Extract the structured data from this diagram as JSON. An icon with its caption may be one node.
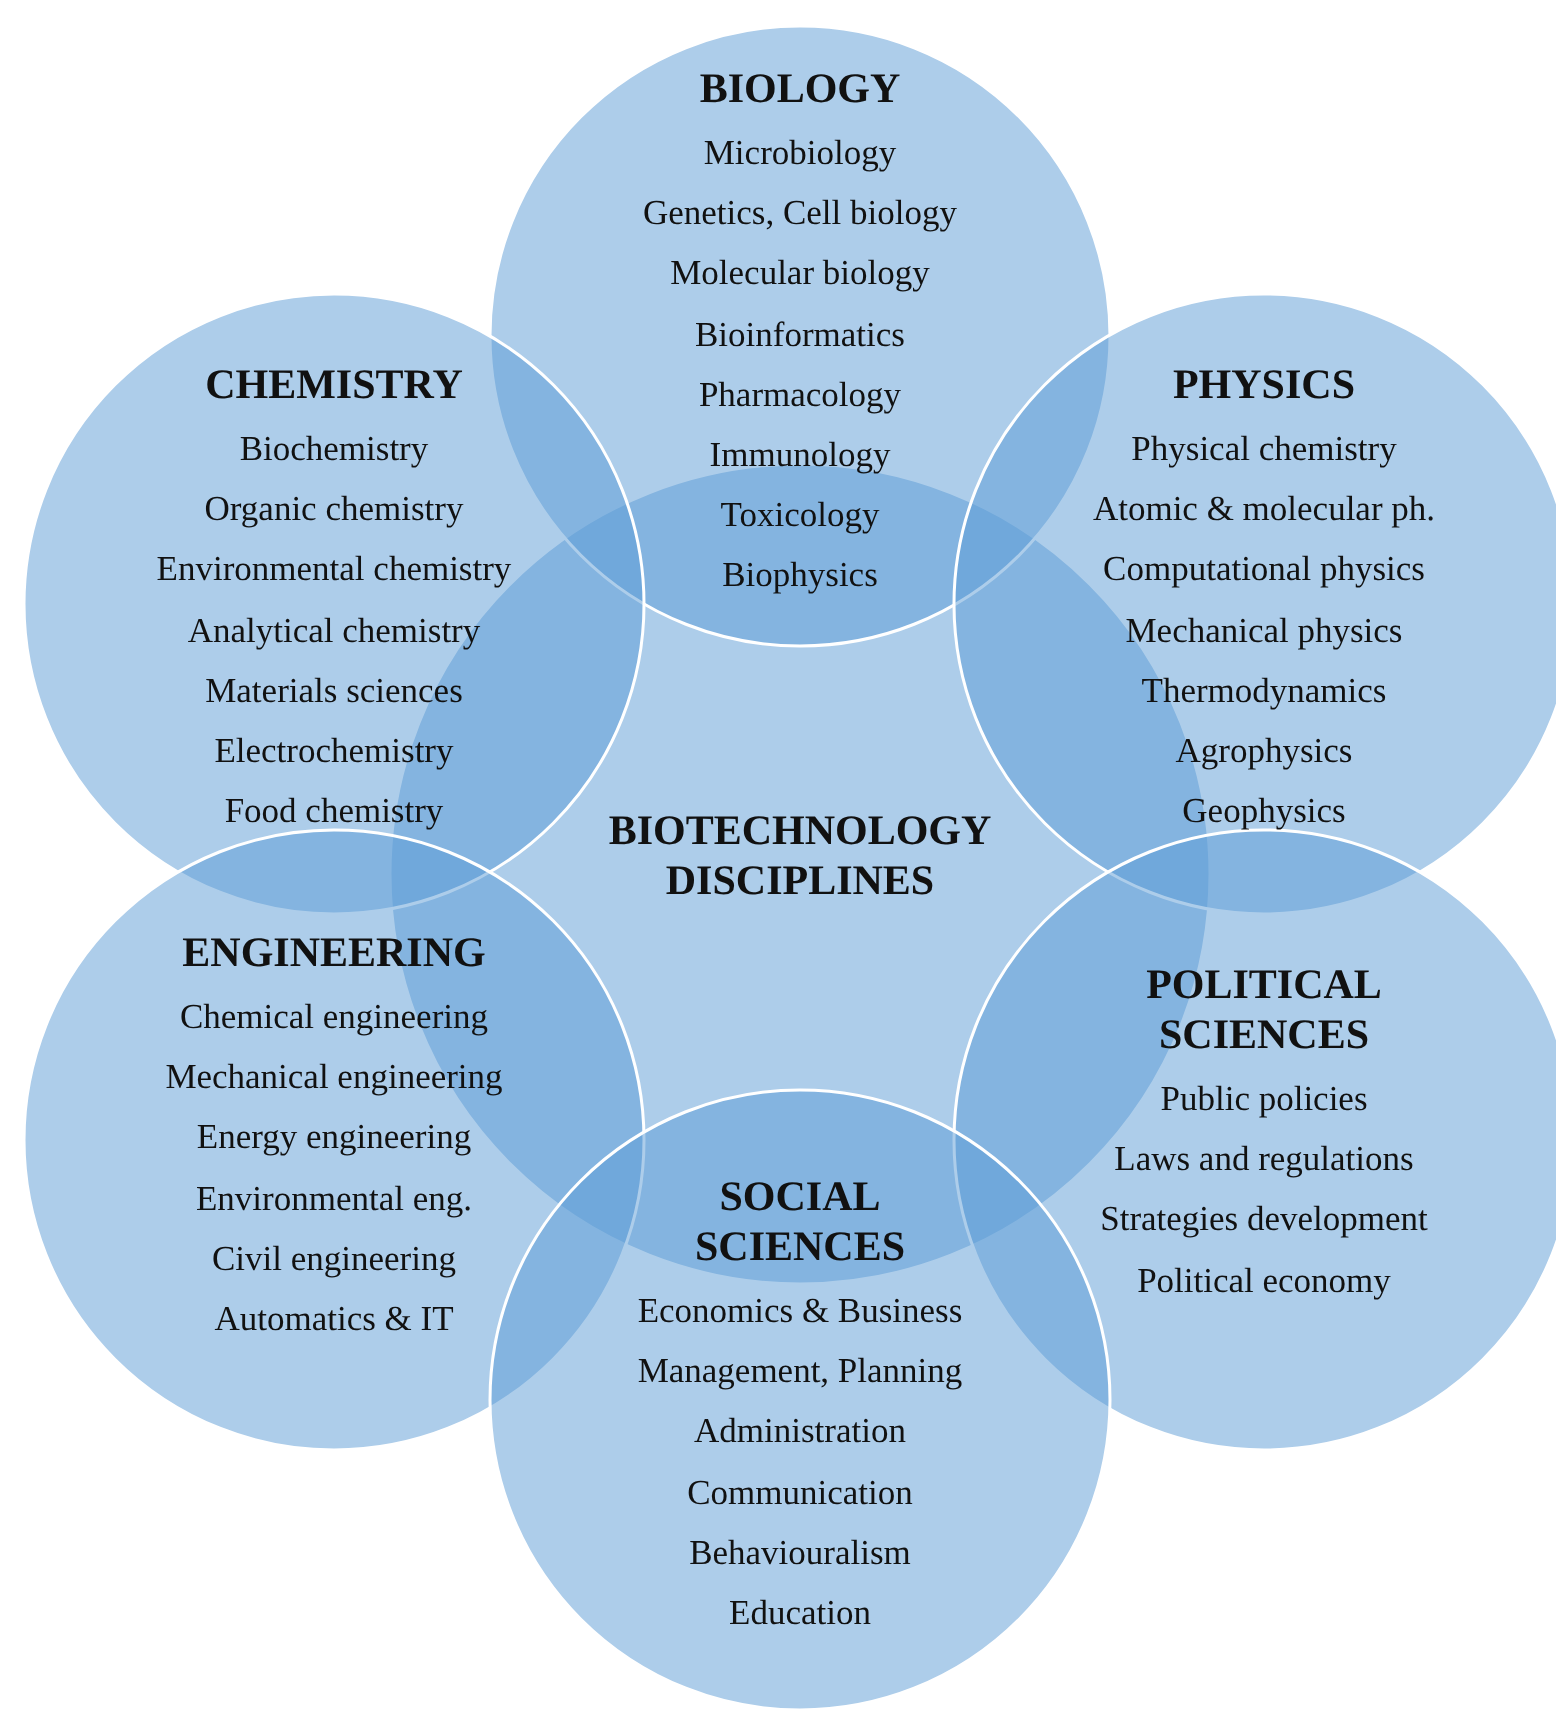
{
  "diagram": {
    "nodes": [
      {
        "text": [
          "BIOLOGY",
          "Microbiology",
          "Genetics, Cell biology",
          "Molecular biology",
          "Bioinformatics",
          "Pharmacology",
          "Immunology",
          "Toxicology",
          "Biophysics"
        ]
      },
      {
        "text": [
          "CHEMISTRY",
          "Biochemistry",
          "Organic chemistry",
          "Environmental chemistry",
          "Analytical chemistry",
          "Materials sciences",
          "Electrochemistry",
          "Food chemistry"
        ]
      },
      {
        "text": [
          "PHYSICS",
          "Physical chemistry",
          "Atomic & molecular ph.",
          "Computational physics",
          "Mechanical physics",
          "Thermodynamics",
          "Agrophysics",
          "Geophysics"
        ]
      },
      {
        "text": [
          "BIOTECHNOLOGY DISCIPLINES"
        ]
      },
      {
        "text": [
          "ENGINEERING",
          "Chemical engineering",
          "Mechanical engineering",
          "Energy engineering",
          "Environmental eng.",
          "Civil engineering",
          "Automatics & IT"
        ]
      },
      {
        "text": [
          "POLITICAL SCIENCES",
          "Public policies",
          "Laws and regulations",
          "Strategies development",
          "Political economy"
        ]
      },
      {
        "text": [
          "SOCIAL SCIENCES",
          "Economics & Business",
          "Management, Planning",
          "Administration",
          "Communication",
          "Behaviouralism",
          "Education"
        ]
      }
    ],
    "edges": []
  }
}
